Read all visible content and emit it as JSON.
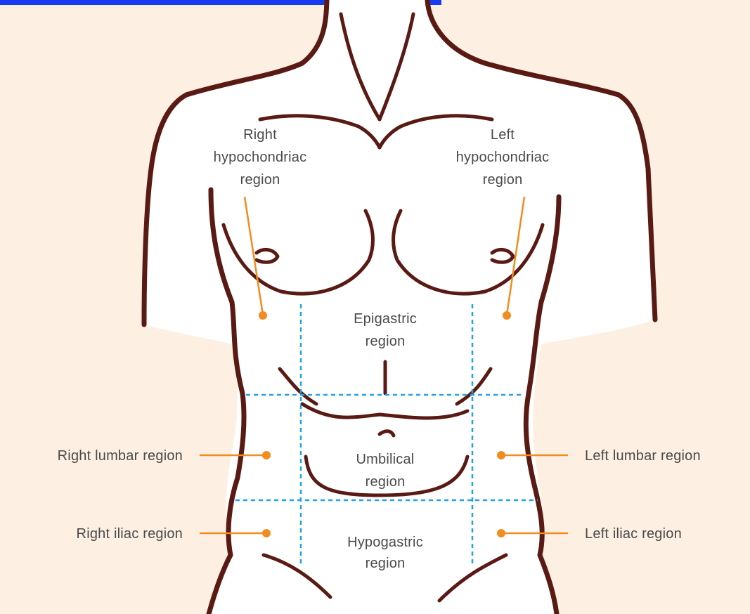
{
  "colors": {
    "background": "#fdf0e3",
    "body_fill": "#ffffff",
    "outline": "#5a1a14",
    "grid_lines": "#21a3e6",
    "leader_lines": "#f28c1e",
    "text": "#4a4a4a",
    "top_bar": "#1a3cf0"
  },
  "regions": {
    "right_hypochondriac": [
      "Right",
      "hypochondriac",
      "region"
    ],
    "left_hypochondriac": [
      "Left",
      "hypochondriac",
      "region"
    ],
    "epigastric": [
      "Epigastric",
      "region"
    ],
    "umbilical": [
      "Umbilical",
      "region"
    ],
    "hypogastric": [
      "Hypogastric",
      "region"
    ],
    "right_lumbar": "Right lumbar region",
    "left_lumbar": "Left lumbar region",
    "right_iliac": "Right iliac region",
    "left_iliac": "Left iliac region"
  }
}
